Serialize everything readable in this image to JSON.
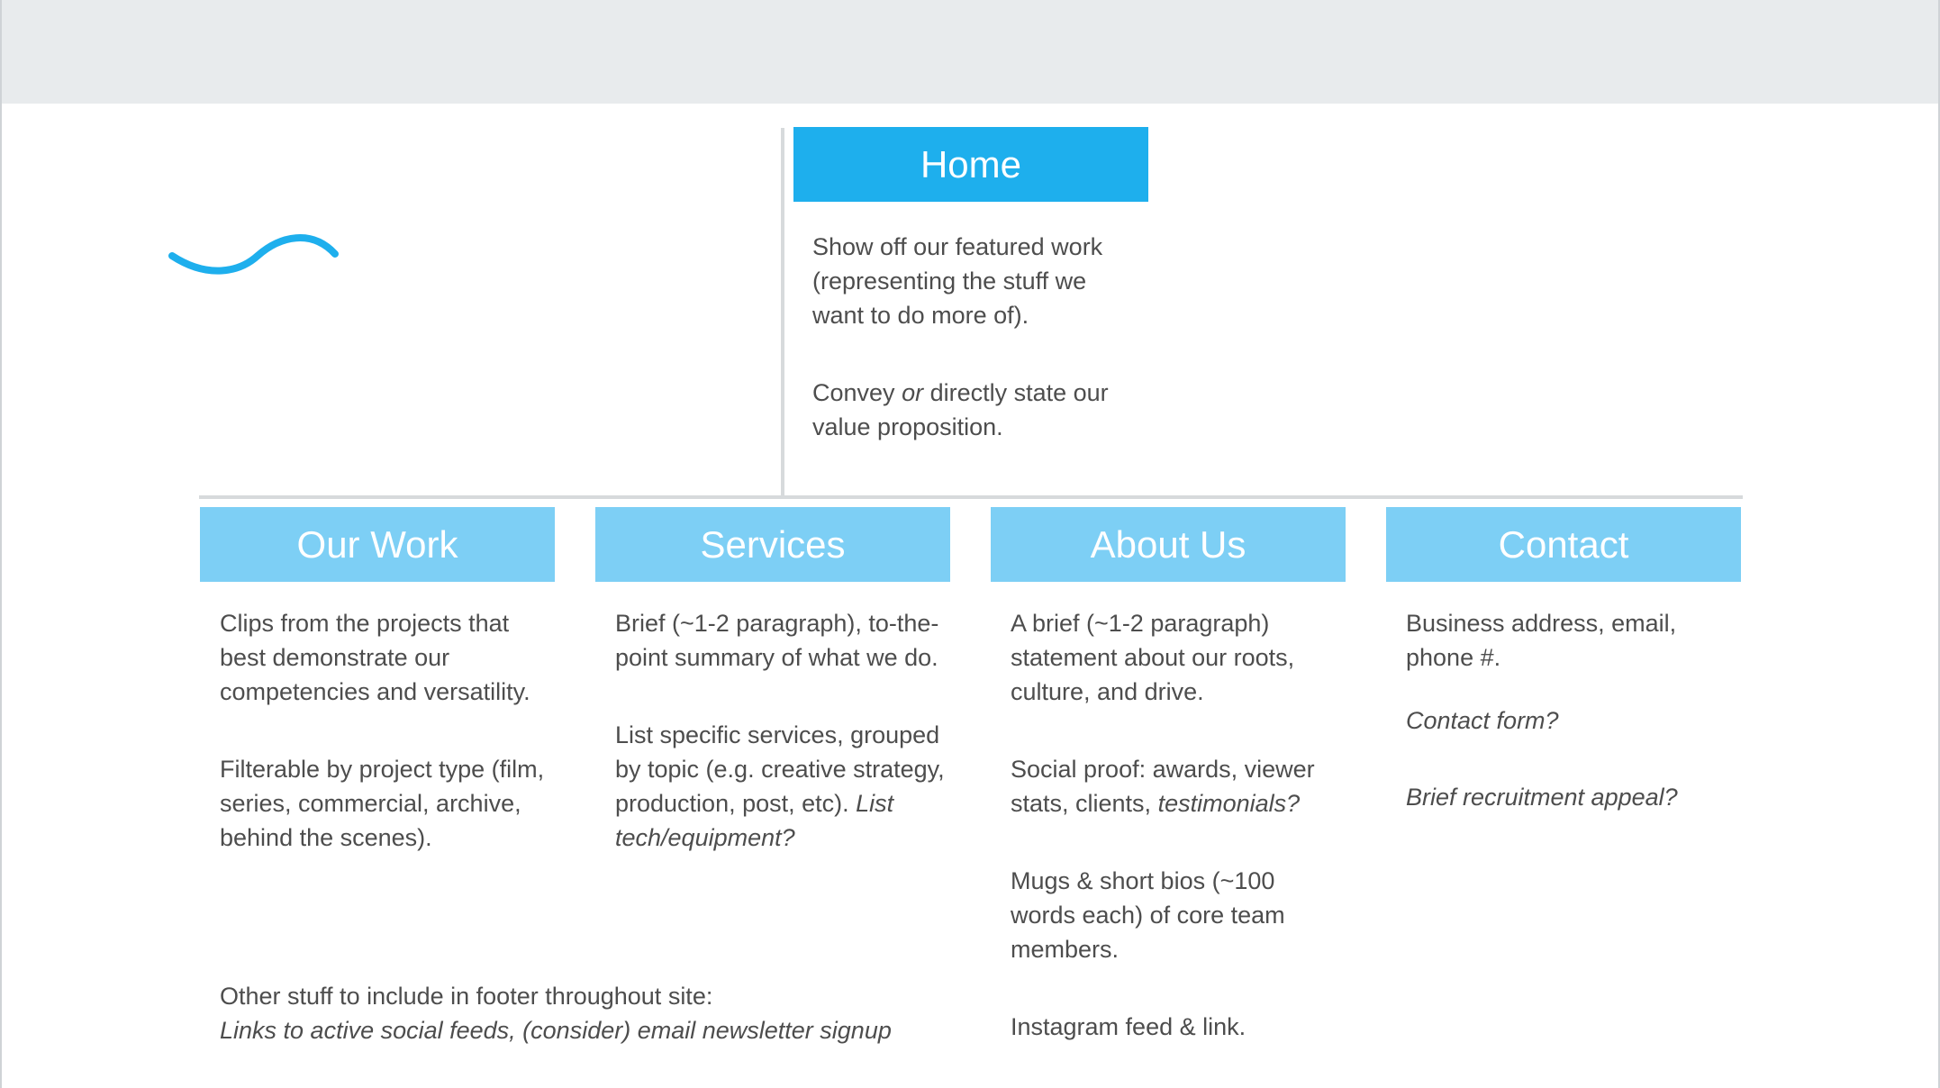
{
  "colors": {
    "primary": "#1eafed",
    "secondary": "#7dcff5",
    "text": "#4d4d4d",
    "line": "#d7dadc"
  },
  "logo": {
    "icon": "wave-logo-icon"
  },
  "home": {
    "title": "Home",
    "p1": "Show off our featured work (representing the stuff we want to do more of).",
    "p2_a": "Convey ",
    "p2_b": "or",
    "p2_c": " directly state our value proposition."
  },
  "our_work": {
    "title": "Our Work",
    "p1": "Clips from the projects that best demonstrate our competencies and versatility.",
    "p2": "Filterable by project type (film, series, commercial, archive, behind the scenes)."
  },
  "services": {
    "title": "Services",
    "p1": "Brief (~1-2 paragraph), to-the-point summary of what we do.",
    "p2_a": "List specific services, grouped by topic (e.g. creative strategy, production, post, etc). ",
    "p2_b": "List tech/equipment?"
  },
  "about": {
    "title": "About Us",
    "p1": "A brief (~1-2 paragraph) statement about our roots, culture, and drive.",
    "p2_a": "Social proof: awards, viewer stats, clients, ",
    "p2_b": "testimonials?",
    "p3": "Mugs & short bios (~100 words each) of core team members.",
    "p4": "Instagram feed & link."
  },
  "contact": {
    "title": "Contact",
    "p1": "Business address, email, phone #.",
    "p2": "Contact form?",
    "p3": "Brief recruitment appeal?"
  },
  "footer_note": {
    "line1": "Other stuff to include in footer throughout site:",
    "line2": "Links to active social feeds, (consider) email newsletter signup"
  }
}
